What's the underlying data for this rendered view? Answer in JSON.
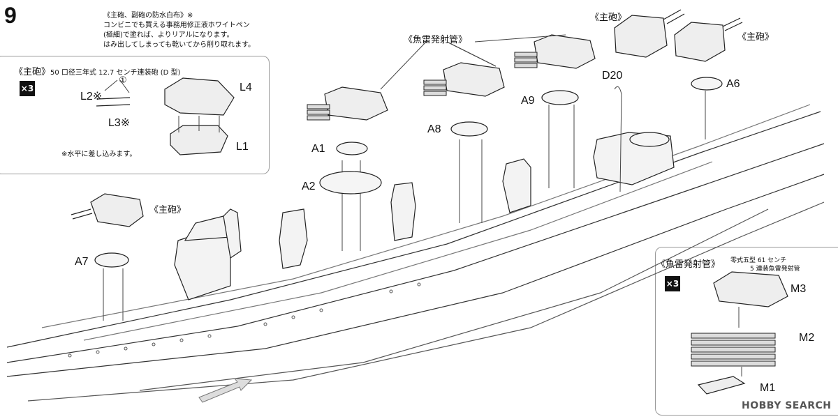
{
  "step": "9",
  "note": {
    "line1": "《主砲、副砲の防水白布》※",
    "line2": "コンビニでも買える事務用修正液ホワイトペン",
    "line3": "(極細)で塗れば、よりリアルになります。",
    "line4": "はみ出してしまっても乾いてから削り取れます。"
  },
  "inset_main_gun": {
    "title": "《主砲》",
    "subtitle": "50 口径三年式 12.7 センチ連装砲 (D 型)",
    "qty": "×3",
    "circled": "①",
    "parts": [
      "L2※",
      "L3※",
      "L4",
      "L1"
    ],
    "note": "※水平に差し込みます。"
  },
  "inset_torpedo": {
    "title": "《魚雷発射管》",
    "subtitle1": "零式五型 61 センチ",
    "subtitle2": "5 連装魚雷発射管",
    "qty": "×3",
    "parts": [
      "M3",
      "M2",
      "M1"
    ]
  },
  "callouts": {
    "main_gun": "《主砲》",
    "torpedo": "《魚雷発射管》",
    "main_gun_top": "《主砲》",
    "main_gun_right": "《主砲》"
  },
  "parts": [
    "A1",
    "A2",
    "A8",
    "A9",
    "D20",
    "A6",
    "A7"
  ],
  "watermark": "HOBBY SEARCH"
}
